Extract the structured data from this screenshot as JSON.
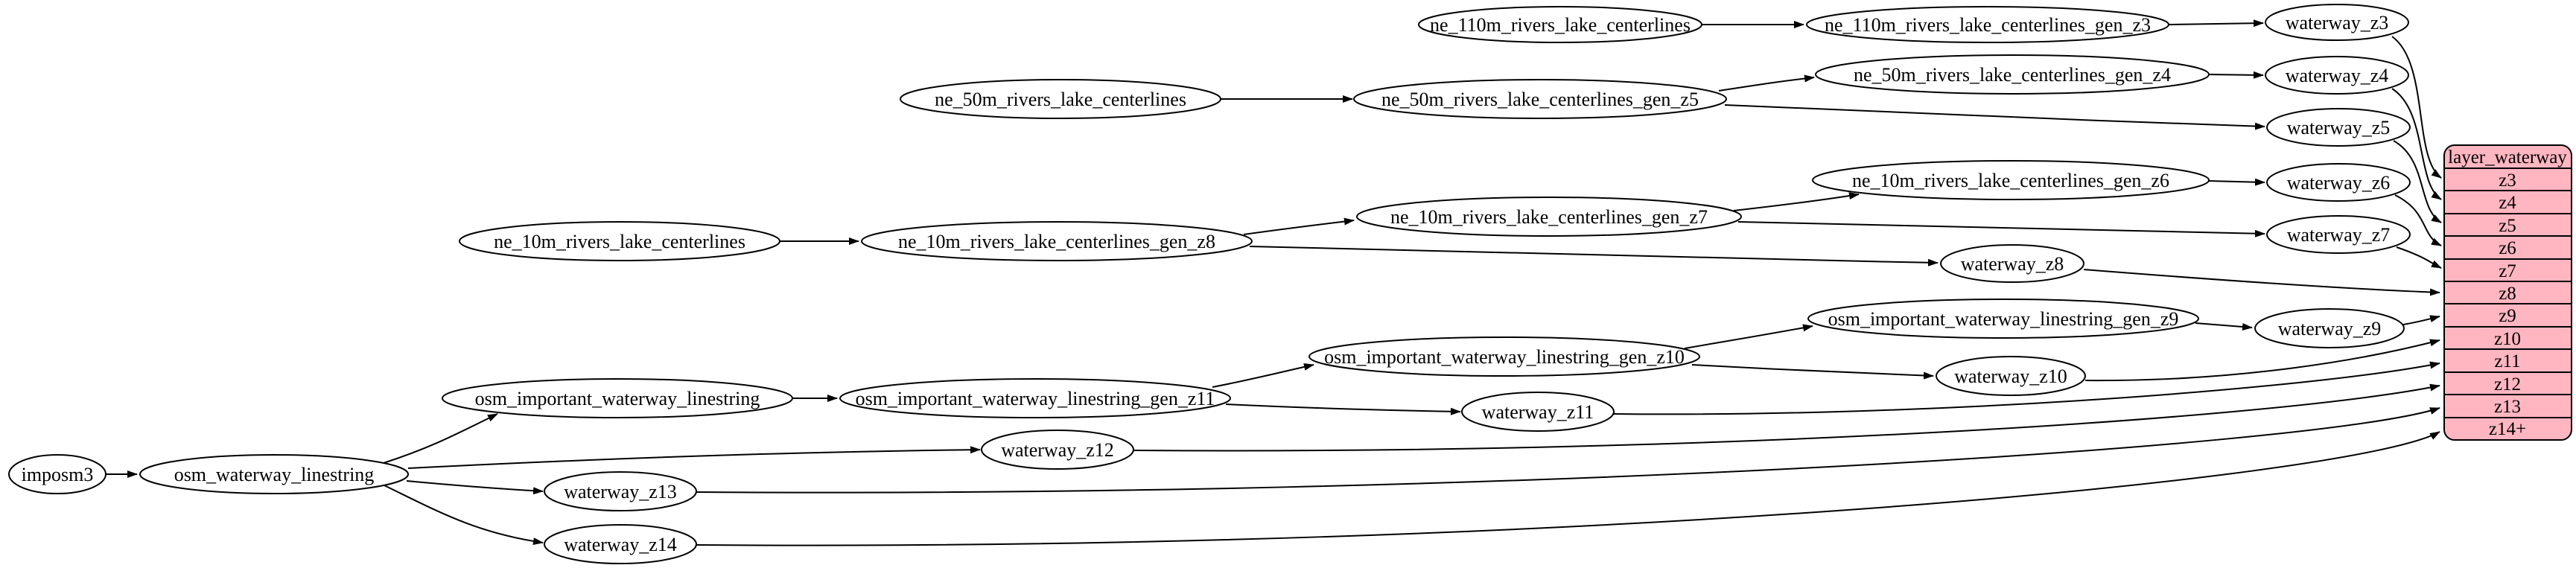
{
  "page": {
    "background": "#ffffff",
    "description": "Dependency graph of waterway layer generation: natural-earth and OSM source tables flow through generalization tables into per-zoom waterway views feeding the layer_waterway record"
  },
  "diagram": {
    "type": "dependency-graph",
    "style": "graphviz-digraph-left-to-right",
    "colors": {
      "node_fill": "#ffffff",
      "node_stroke": "#000000",
      "edge": "#000000",
      "record_fill": "#ffb6c1"
    },
    "nodes": {
      "imposm3": {
        "label": "imposm3"
      },
      "osm_waterway_linestring": {
        "label": "osm_waterway_linestring"
      },
      "osm_important_waterway_linestring": {
        "label": "osm_important_waterway_linestring"
      },
      "osm_important_waterway_linestring_gen_z11": {
        "label": "osm_important_waterway_linestring_gen_z11"
      },
      "osm_important_waterway_linestring_gen_z10": {
        "label": "osm_important_waterway_linestring_gen_z10"
      },
      "osm_important_waterway_linestring_gen_z9": {
        "label": "osm_important_waterway_linestring_gen_z9"
      },
      "ne_110m_rivers_lake_centerlines": {
        "label": "ne_110m_rivers_lake_centerlines"
      },
      "ne_110m_rivers_lake_centerlines_gen_z3": {
        "label": "ne_110m_rivers_lake_centerlines_gen_z3"
      },
      "ne_50m_rivers_lake_centerlines": {
        "label": "ne_50m_rivers_lake_centerlines"
      },
      "ne_50m_rivers_lake_centerlines_gen_z5": {
        "label": "ne_50m_rivers_lake_centerlines_gen_z5"
      },
      "ne_50m_rivers_lake_centerlines_gen_z4": {
        "label": "ne_50m_rivers_lake_centerlines_gen_z4"
      },
      "ne_10m_rivers_lake_centerlines": {
        "label": "ne_10m_rivers_lake_centerlines"
      },
      "ne_10m_rivers_lake_centerlines_gen_z8": {
        "label": "ne_10m_rivers_lake_centerlines_gen_z8"
      },
      "ne_10m_rivers_lake_centerlines_gen_z7": {
        "label": "ne_10m_rivers_lake_centerlines_gen_z7"
      },
      "ne_10m_rivers_lake_centerlines_gen_z6": {
        "label": "ne_10m_rivers_lake_centerlines_gen_z6"
      },
      "waterway_z3": {
        "label": "waterway_z3"
      },
      "waterway_z4": {
        "label": "waterway_z4"
      },
      "waterway_z5": {
        "label": "waterway_z5"
      },
      "waterway_z6": {
        "label": "waterway_z6"
      },
      "waterway_z7": {
        "label": "waterway_z7"
      },
      "waterway_z8": {
        "label": "waterway_z8"
      },
      "waterway_z9": {
        "label": "waterway_z9"
      },
      "waterway_z10": {
        "label": "waterway_z10"
      },
      "waterway_z11": {
        "label": "waterway_z11"
      },
      "waterway_z12": {
        "label": "waterway_z12"
      },
      "waterway_z13": {
        "label": "waterway_z13"
      },
      "waterway_z14": {
        "label": "waterway_z14"
      }
    },
    "record": {
      "title": "layer_waterway",
      "rows": [
        "z3",
        "z4",
        "z5",
        "z6",
        "z7",
        "z8",
        "z9",
        "z10",
        "z11",
        "z12",
        "z13",
        "z14+"
      ],
      "fill": "#ffb6c1",
      "stroke": "#000000"
    },
    "edges": [
      {
        "from": "imposm3",
        "to": "osm_waterway_linestring"
      },
      {
        "from": "osm_waterway_linestring",
        "to": "osm_important_waterway_linestring"
      },
      {
        "from": "osm_waterway_linestring",
        "to": "waterway_z12"
      },
      {
        "from": "osm_waterway_linestring",
        "to": "waterway_z13"
      },
      {
        "from": "osm_waterway_linestring",
        "to": "waterway_z14"
      },
      {
        "from": "osm_important_waterway_linestring",
        "to": "osm_important_waterway_linestring_gen_z11"
      },
      {
        "from": "osm_important_waterway_linestring_gen_z11",
        "to": "osm_important_waterway_linestring_gen_z10"
      },
      {
        "from": "osm_important_waterway_linestring_gen_z11",
        "to": "waterway_z11"
      },
      {
        "from": "osm_important_waterway_linestring_gen_z10",
        "to": "osm_important_waterway_linestring_gen_z9"
      },
      {
        "from": "osm_important_waterway_linestring_gen_z10",
        "to": "waterway_z10"
      },
      {
        "from": "osm_important_waterway_linestring_gen_z9",
        "to": "waterway_z9"
      },
      {
        "from": "ne_110m_rivers_lake_centerlines",
        "to": "ne_110m_rivers_lake_centerlines_gen_z3"
      },
      {
        "from": "ne_110m_rivers_lake_centerlines_gen_z3",
        "to": "waterway_z3"
      },
      {
        "from": "ne_50m_rivers_lake_centerlines",
        "to": "ne_50m_rivers_lake_centerlines_gen_z5"
      },
      {
        "from": "ne_50m_rivers_lake_centerlines_gen_z5",
        "to": "ne_50m_rivers_lake_centerlines_gen_z4"
      },
      {
        "from": "ne_50m_rivers_lake_centerlines_gen_z5",
        "to": "waterway_z5"
      },
      {
        "from": "ne_50m_rivers_lake_centerlines_gen_z4",
        "to": "waterway_z4"
      },
      {
        "from": "ne_10m_rivers_lake_centerlines",
        "to": "ne_10m_rivers_lake_centerlines_gen_z8"
      },
      {
        "from": "ne_10m_rivers_lake_centerlines_gen_z8",
        "to": "ne_10m_rivers_lake_centerlines_gen_z7"
      },
      {
        "from": "ne_10m_rivers_lake_centerlines_gen_z8",
        "to": "waterway_z8"
      },
      {
        "from": "ne_10m_rivers_lake_centerlines_gen_z7",
        "to": "ne_10m_rivers_lake_centerlines_gen_z6"
      },
      {
        "from": "ne_10m_rivers_lake_centerlines_gen_z7",
        "to": "waterway_z7"
      },
      {
        "from": "ne_10m_rivers_lake_centerlines_gen_z6",
        "to": "waterway_z6"
      },
      {
        "from": "waterway_z3",
        "to": "layer_waterway.z3"
      },
      {
        "from": "waterway_z4",
        "to": "layer_waterway.z4"
      },
      {
        "from": "waterway_z5",
        "to": "layer_waterway.z5"
      },
      {
        "from": "waterway_z6",
        "to": "layer_waterway.z6"
      },
      {
        "from": "waterway_z7",
        "to": "layer_waterway.z7"
      },
      {
        "from": "waterway_z8",
        "to": "layer_waterway.z8"
      },
      {
        "from": "waterway_z9",
        "to": "layer_waterway.z9"
      },
      {
        "from": "waterway_z10",
        "to": "layer_waterway.z10"
      },
      {
        "from": "waterway_z11",
        "to": "layer_waterway.z11"
      },
      {
        "from": "waterway_z12",
        "to": "layer_waterway.z12"
      },
      {
        "from": "waterway_z13",
        "to": "layer_waterway.z13"
      },
      {
        "from": "waterway_z14",
        "to": "layer_waterway.z14+"
      }
    ]
  }
}
